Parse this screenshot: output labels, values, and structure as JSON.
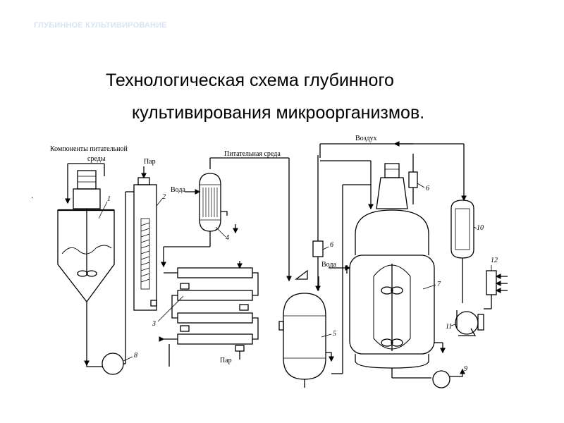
{
  "header": {
    "text": "ГЛУБИННОЕ КУЛЬТИВИРОВАНИЕ"
  },
  "title": {
    "line1": "Технологическая  схема   глубинного",
    "line2": "культивирования микроорганизмов."
  },
  "bullet": ".",
  "diagram": {
    "labels": {
      "components_1": "Компоненты питательной",
      "components_2": "среды",
      "steam_top": "Пар",
      "water_top": "Вода",
      "nutrient_medium": "Питательная среда",
      "air": "Воздух",
      "water_mid": "Вода",
      "steam_bottom": "Пар"
    },
    "numbers": {
      "n1": "1",
      "n2": "2",
      "n3": "3",
      "n4": "4",
      "n5": "5",
      "n6a": "6",
      "n6b": "6",
      "n7": "7",
      "n8": "8",
      "n9": "9",
      "n10": "10",
      "n11": "11",
      "n12": "12"
    }
  },
  "colors": {
    "background": "#ffffff",
    "header": "#d7e4f2",
    "ink": "#000000"
  }
}
